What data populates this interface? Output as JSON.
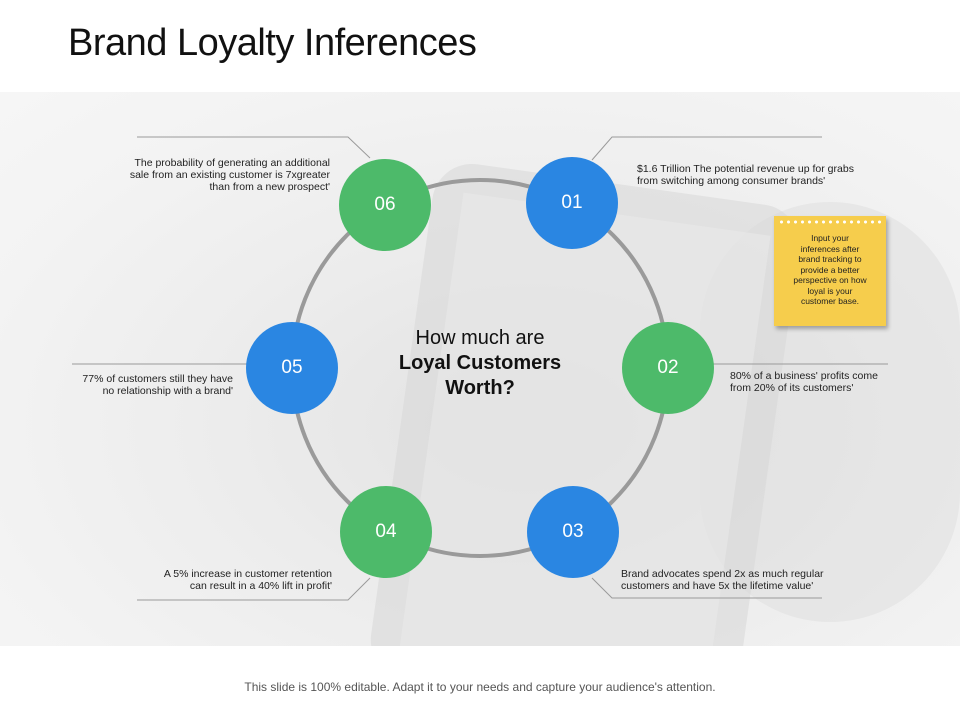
{
  "title": "Brand Loyalty Inferences",
  "center_question": {
    "line1": "How much are",
    "line2": "Loyal Customers",
    "line3": "Worth?"
  },
  "items": [
    {
      "number": "01",
      "text_lines": [
        "$1.6 Trillion The potential revenue up for grabs",
        "from switching among consumer brands'"
      ]
    },
    {
      "number": "02",
      "text_lines": [
        "80% of a business' profits come",
        "from 20% of its customers'"
      ]
    },
    {
      "number": "03",
      "text_lines": [
        "Brand advocates spend 2x as much regular",
        "customers and have 5x the lifetime value'"
      ]
    },
    {
      "number": "04",
      "text_lines": [
        "A 5% increase in customer retention",
        "can result in a 40% lift in profit'"
      ]
    },
    {
      "number": "05",
      "text_lines": [
        "77% of customers still they have",
        "no relationship with a brand'"
      ]
    },
    {
      "number": "06",
      "text_lines": [
        "The probability of generating an additional",
        "sale from an existing customer is 7xgreater",
        "than from a new prospect'"
      ]
    }
  ],
  "sticky_note": {
    "lines": [
      "Input your",
      "inferences after",
      "brand tracking to",
      "provide a better",
      "perspective on how",
      "loyal is your",
      "customer base."
    ]
  },
  "footer": "This slide is 100% editable. Adapt it to your needs and capture your audience's attention.",
  "colors": {
    "green": "#4dba6a",
    "blue": "#2a86e2",
    "ring": "#9a9a9a",
    "note": "#f6cd4c"
  }
}
